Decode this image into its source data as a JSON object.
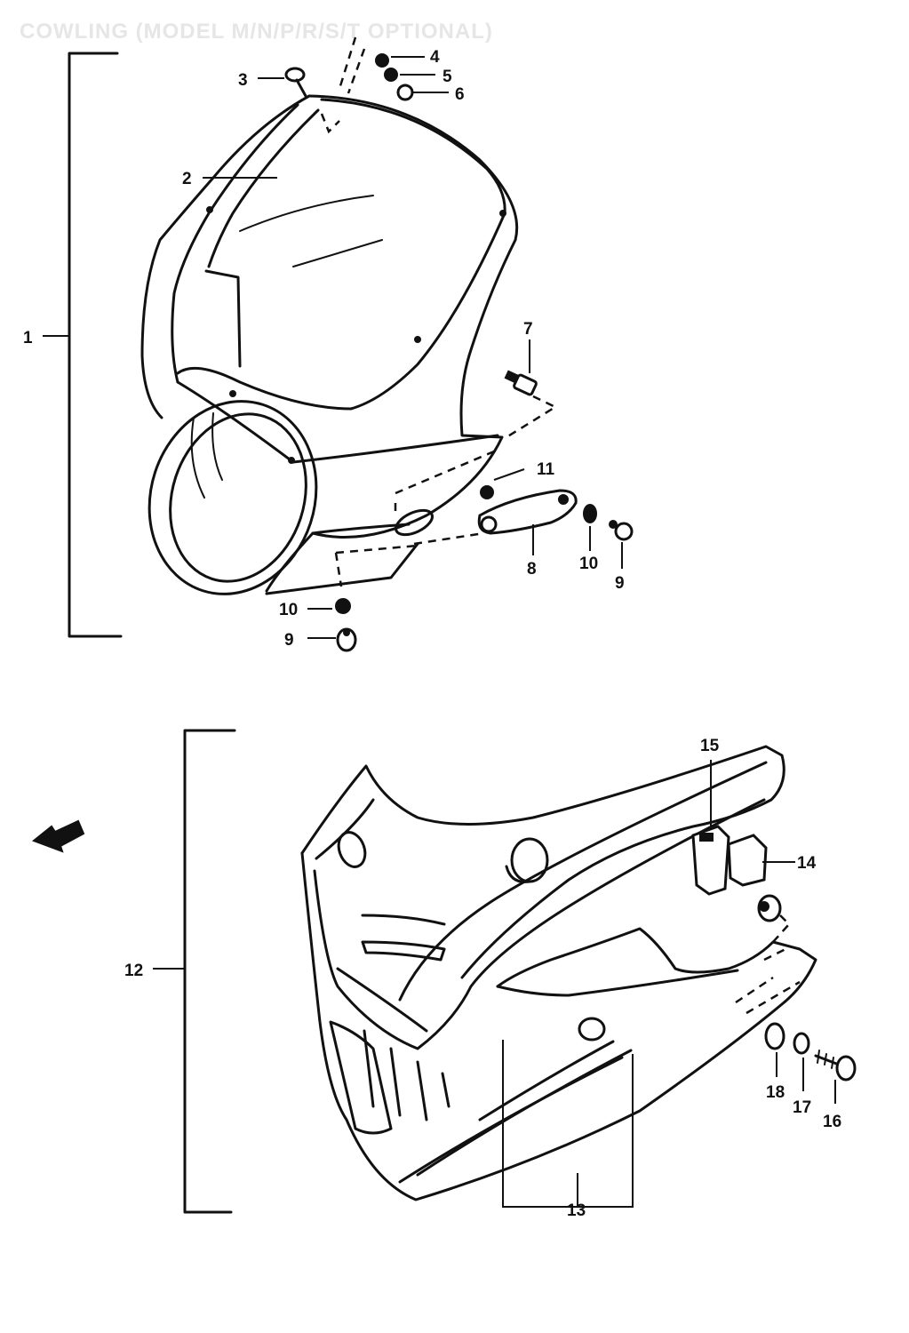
{
  "title": "COWLING (MODEL M/N/P/R/S/T OPTIONAL)",
  "callouts": [
    {
      "id": "c1",
      "text": "1"
    },
    {
      "id": "c2",
      "text": "2"
    },
    {
      "id": "c3",
      "text": "3"
    },
    {
      "id": "c4",
      "text": "4"
    },
    {
      "id": "c5",
      "text": "5"
    },
    {
      "id": "c6",
      "text": "6"
    },
    {
      "id": "c7",
      "text": "7"
    },
    {
      "id": "c8",
      "text": "8"
    },
    {
      "id": "c9a",
      "text": "9"
    },
    {
      "id": "c9b",
      "text": "9"
    },
    {
      "id": "c10a",
      "text": "10"
    },
    {
      "id": "c10b",
      "text": "10"
    },
    {
      "id": "c11",
      "text": "11"
    },
    {
      "id": "c12",
      "text": "12"
    },
    {
      "id": "c13",
      "text": "13"
    },
    {
      "id": "c14",
      "text": "14"
    },
    {
      "id": "c15",
      "text": "15"
    },
    {
      "id": "c16",
      "text": "16"
    },
    {
      "id": "c17",
      "text": "17"
    },
    {
      "id": "c18",
      "text": "18"
    }
  ],
  "front_arrow_icon": "front-arrow-icon"
}
